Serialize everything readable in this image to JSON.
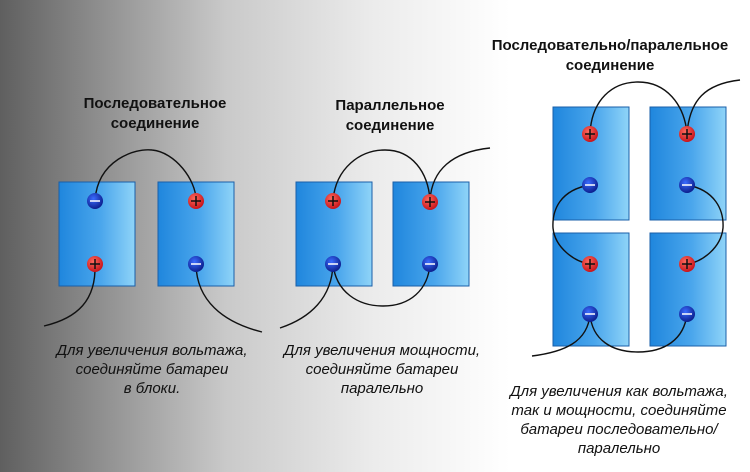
{
  "series": {
    "title_line1": "Последовательное",
    "title_line2": "соединение",
    "caption_line1": "Для увеличения вольтажа,",
    "caption_line2": "соединяйте батареи",
    "caption_line3": "в блоки."
  },
  "parallel": {
    "title_line1": "Параллельное",
    "title_line2": "соединение",
    "caption_line1": "Для увеличения мощности,",
    "caption_line2": "соединяйте батареи",
    "caption_line3": "паралельно"
  },
  "combined": {
    "title_line1": "Последовательно/паралельное",
    "title_line2": "соединение",
    "caption_line1": "Для увеличения как вольтажа,",
    "caption_line2": "так и мощности, соединяйте",
    "caption_line3": "батареи последовательно/",
    "caption_line4": "паралельно"
  },
  "terminals": {
    "positive_symbol": "+",
    "negative_symbol": "−"
  },
  "colors": {
    "battery_light": "#72c8f4",
    "battery_dark": "#1f86dd",
    "positive_terminal": "#e0262a",
    "negative_terminal": "#1733b8",
    "wire": "#111111"
  }
}
